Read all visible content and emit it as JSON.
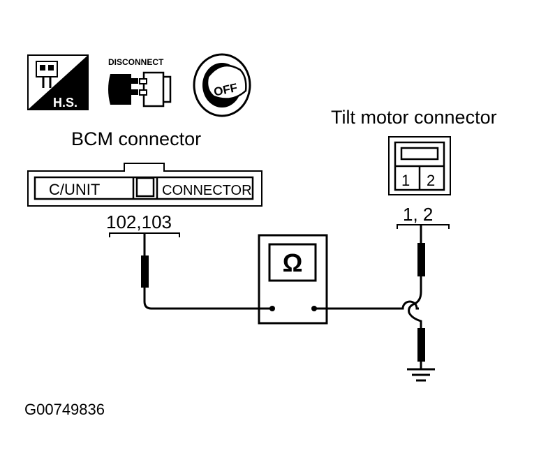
{
  "icons": {
    "hs_label": "H.S.",
    "disconnect_label": "DISCONNECT",
    "ignition_label": "OFF",
    "hs_icon": "harness-side-icon",
    "disconnect_icon": "disconnect-connector-icon",
    "ignition_icon": "ignition-key-off-icon"
  },
  "bcm": {
    "title": "BCM connector",
    "cunit_label": "C/UNIT",
    "connector_label": "CONNECTOR",
    "terminals": "102,103"
  },
  "tilt": {
    "title": "Tilt motor connector",
    "pin1": "1",
    "pin2": "2",
    "terminals": "1, 2"
  },
  "meter": {
    "symbol": "Ω",
    "icon": "ohmmeter-icon"
  },
  "ground_icon": "ground-symbol-icon",
  "figure_id": "G00749836"
}
